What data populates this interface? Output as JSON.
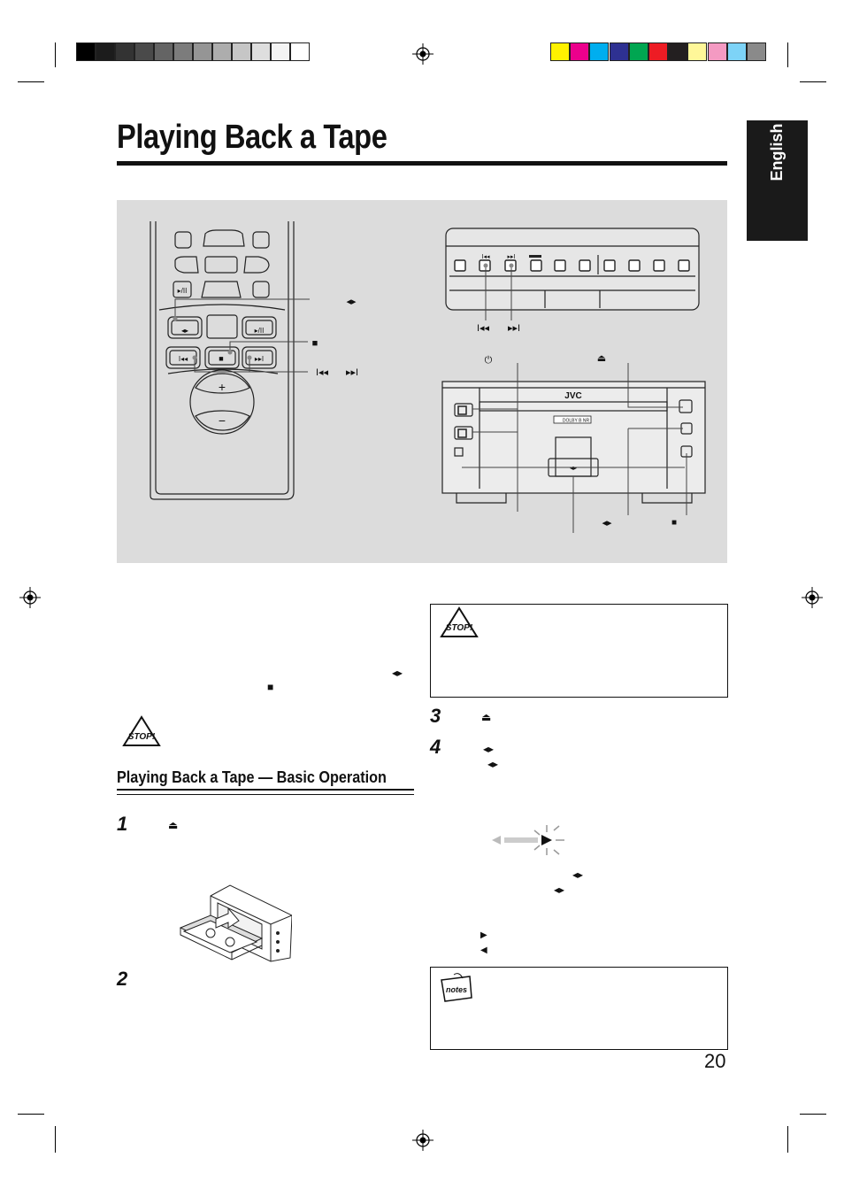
{
  "page": {
    "title": "Playing Back a Tape",
    "language_tab": "English",
    "page_number": "20"
  },
  "section": {
    "heading": "Playing Back a Tape — Basic Operation"
  },
  "steps": [
    {
      "num": "1",
      "symbol": "⏏"
    },
    {
      "num": "2"
    },
    {
      "num": "3",
      "symbol": "⏏"
    },
    {
      "num": "4",
      "symbol": "◂▸"
    }
  ],
  "labels": {
    "stop_sign": "STOP!",
    "notes": "notes",
    "brand": "JVC",
    "dolby": "DOLBY B NR",
    "remote_play": "▸/II",
    "remote_tape": "◂▸",
    "remote_stop": "■",
    "remote_skip_back": "I◂◂",
    "remote_skip_fwd": "▸▸I",
    "plus": "+",
    "minus": "−"
  },
  "callouts": {
    "tape_dir": "◂▸",
    "stop": "■",
    "skip_back": "I◂◂",
    "skip_fwd": "▸▸I",
    "power": "⏻",
    "eject": "⏏",
    "deck_dir": "◂▸",
    "deck_stop": "■"
  },
  "inline_symbols": {
    "left_tape_dir": "◂▸",
    "left_stop": "■",
    "right_dir_1": "◂▸",
    "right_dir_2": "◂▸",
    "right_dir_3": "◂▸",
    "right_fwd": "▶",
    "right_rev": "◀"
  },
  "colors": {
    "gray_ramp": [
      "#000000",
      "#1c1c1c",
      "#333333",
      "#4a4a4a",
      "#646464",
      "#7c7c7c",
      "#959595",
      "#adadad",
      "#c6c6c6",
      "#dedede",
      "#f4f4f4",
      "#ffffff"
    ],
    "color_bar": [
      "#fff200",
      "#ec008c",
      "#00aeef",
      "#2e3192",
      "#00a651",
      "#ed1c24",
      "#231f20",
      "#fff799",
      "#f49ac2",
      "#7dd3f7",
      "#8a8a8a"
    ],
    "panel_bg": "#dcdcdc"
  }
}
